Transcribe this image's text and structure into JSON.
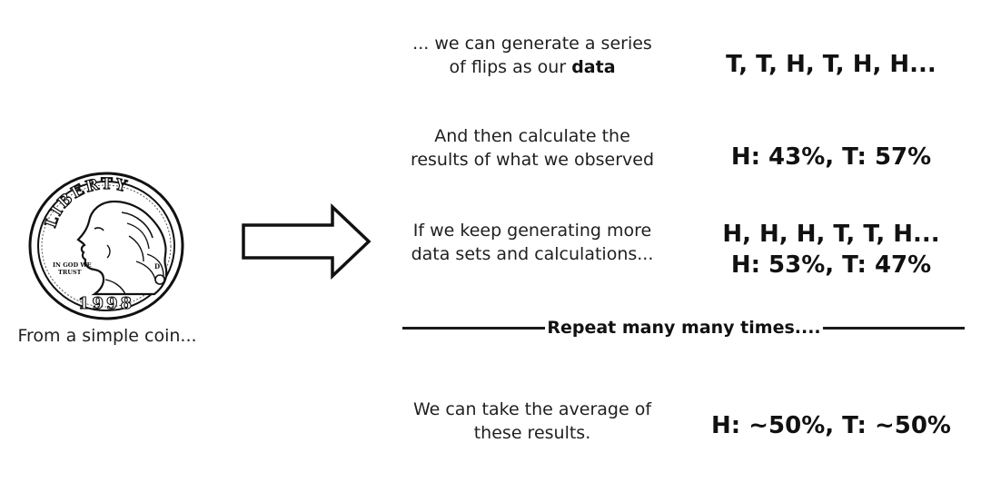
{
  "coin": {
    "inscription_top": "LIBERTY",
    "inscription_left": "IN GOD WE TRUST",
    "year": "1998",
    "mint_mark": "D",
    "caption": "From a simple coin..."
  },
  "steps": [
    {
      "line1": "... we can generate a series",
      "line2_prefix": "of flips as our ",
      "line2_bold": "data",
      "result": "T, T, H, T, H, H..."
    },
    {
      "line1": "And then calculate the",
      "line2": "results of what we observed",
      "result": "H: 43%, T: 57%"
    },
    {
      "line1": "If we keep generating more",
      "line2": "data sets and calculations...",
      "result_line1": "H, H, H, T, T, H...",
      "result_line2": "H: 53%, T: 47%"
    }
  ],
  "divider_label": "Repeat many many times....",
  "final": {
    "line1": "We can take the average of",
    "line2": "these results.",
    "result": "H: ~50%, T: ~50%"
  }
}
